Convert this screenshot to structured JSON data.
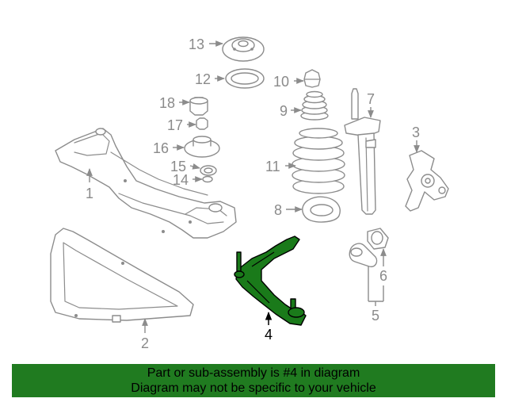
{
  "diagram": {
    "highlighted_part": "4",
    "callouts": {
      "c1": "1",
      "c2": "2",
      "c3": "3",
      "c4": "4",
      "c5": "5",
      "c6": "6",
      "c7": "7",
      "c8": "8",
      "c9": "9",
      "c10": "10",
      "c11": "11",
      "c12": "12",
      "c13": "13",
      "c14": "14",
      "c15": "15",
      "c16": "16",
      "c17": "17",
      "c18": "18"
    }
  },
  "banner": {
    "line1": "Part or sub-assembly is #4 in diagram",
    "line2": "Diagram may not be specific to your vehicle",
    "color": "#207b20"
  },
  "colors": {
    "highlight": "#1a7a1a",
    "part_stroke": "#8c8c8c"
  }
}
